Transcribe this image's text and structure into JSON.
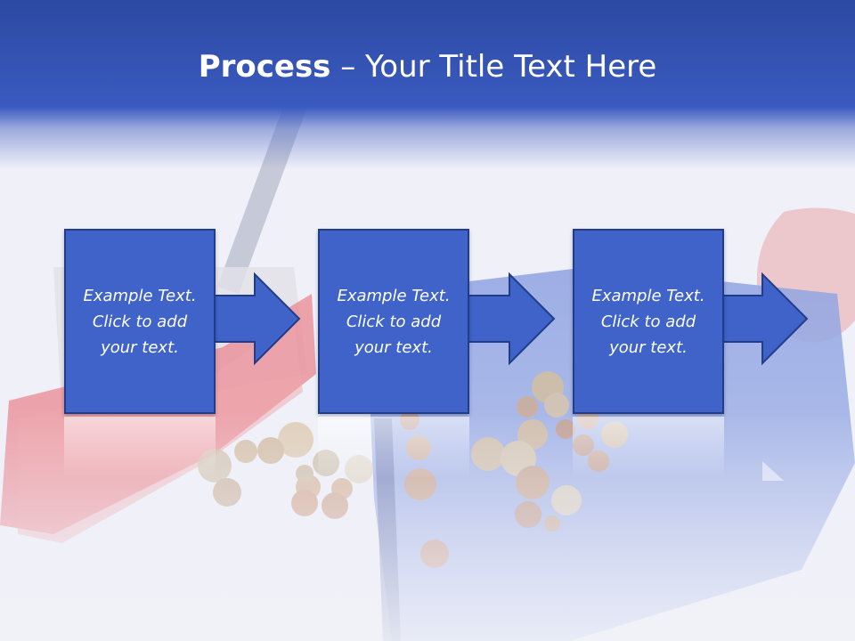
{
  "slide": {
    "title_bold": "Process",
    "title_rest": " – Your Title Text Here"
  },
  "steps": [
    {
      "label": "Example Text.\nClick  to add\nyour text."
    },
    {
      "label": "Example Text.\nClick  to add\nyour text."
    },
    {
      "label": "Example Text.\nClick  to add\nyour text."
    }
  ],
  "colors": {
    "header": "#3a5ac0",
    "box_fill": "#3f63c9",
    "box_border": "#213c8a"
  }
}
